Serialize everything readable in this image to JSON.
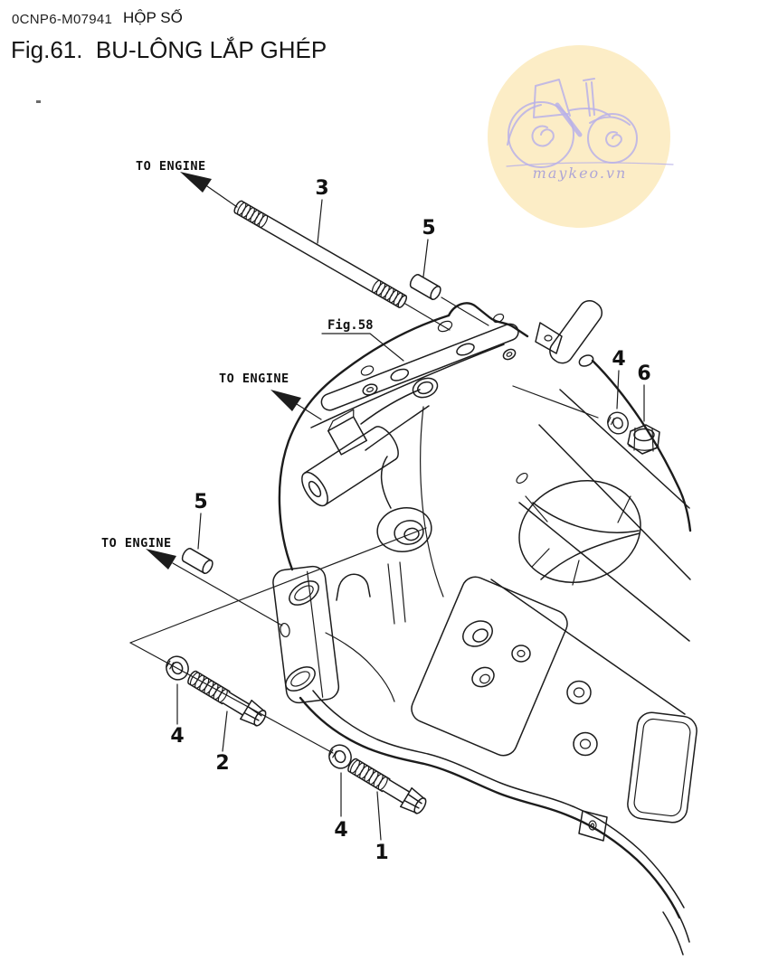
{
  "header": {
    "doc_code": "0CNP6-M07941",
    "section_title": "HỘP SỐ",
    "figure_title": "Fig.61.  BU-LÔNG LẮP GHÉP"
  },
  "watermark": {
    "site": "maykeo.vn",
    "bg_color": "#fcedc6",
    "line_color": "#b9b0e8",
    "text_color": "#a79fd8"
  },
  "diagram": {
    "fig_ref": "Fig.58",
    "to_engine": "TO ENGINE",
    "line_color": "#1c1c1c",
    "callouts": {
      "c1": "1",
      "c2": "2",
      "c3": "3",
      "c4": "4",
      "c5": "5",
      "c6": "6"
    }
  }
}
